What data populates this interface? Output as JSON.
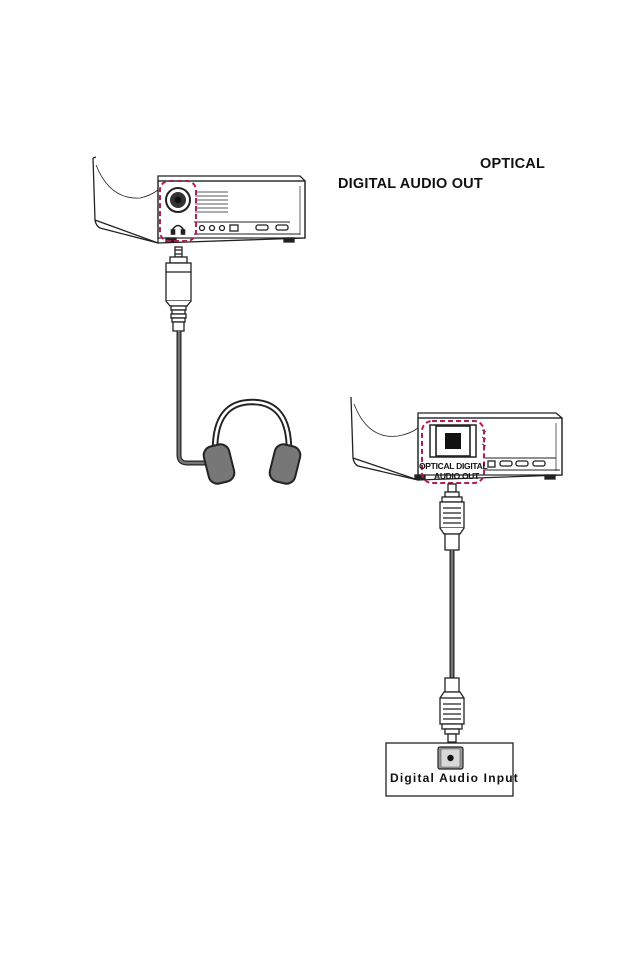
{
  "labels": {
    "optical": "OPTICAL",
    "digital_audio_out": "DIGITAL AUDIO OUT",
    "port_label_line1": "OPTICAL DIGITAL",
    "port_label_line2": "AUDIO OUT",
    "digital_audio_input": "Digital Audio Input"
  },
  "colors": {
    "dashed_highlight": "#b0214a",
    "line": "#222222",
    "cable": "#555555"
  },
  "icons": [
    "projector",
    "headphone-port-icon",
    "headphones",
    "audio-jack-plug",
    "optical-cable",
    "optical-plug",
    "digital-audio-input-port"
  ]
}
